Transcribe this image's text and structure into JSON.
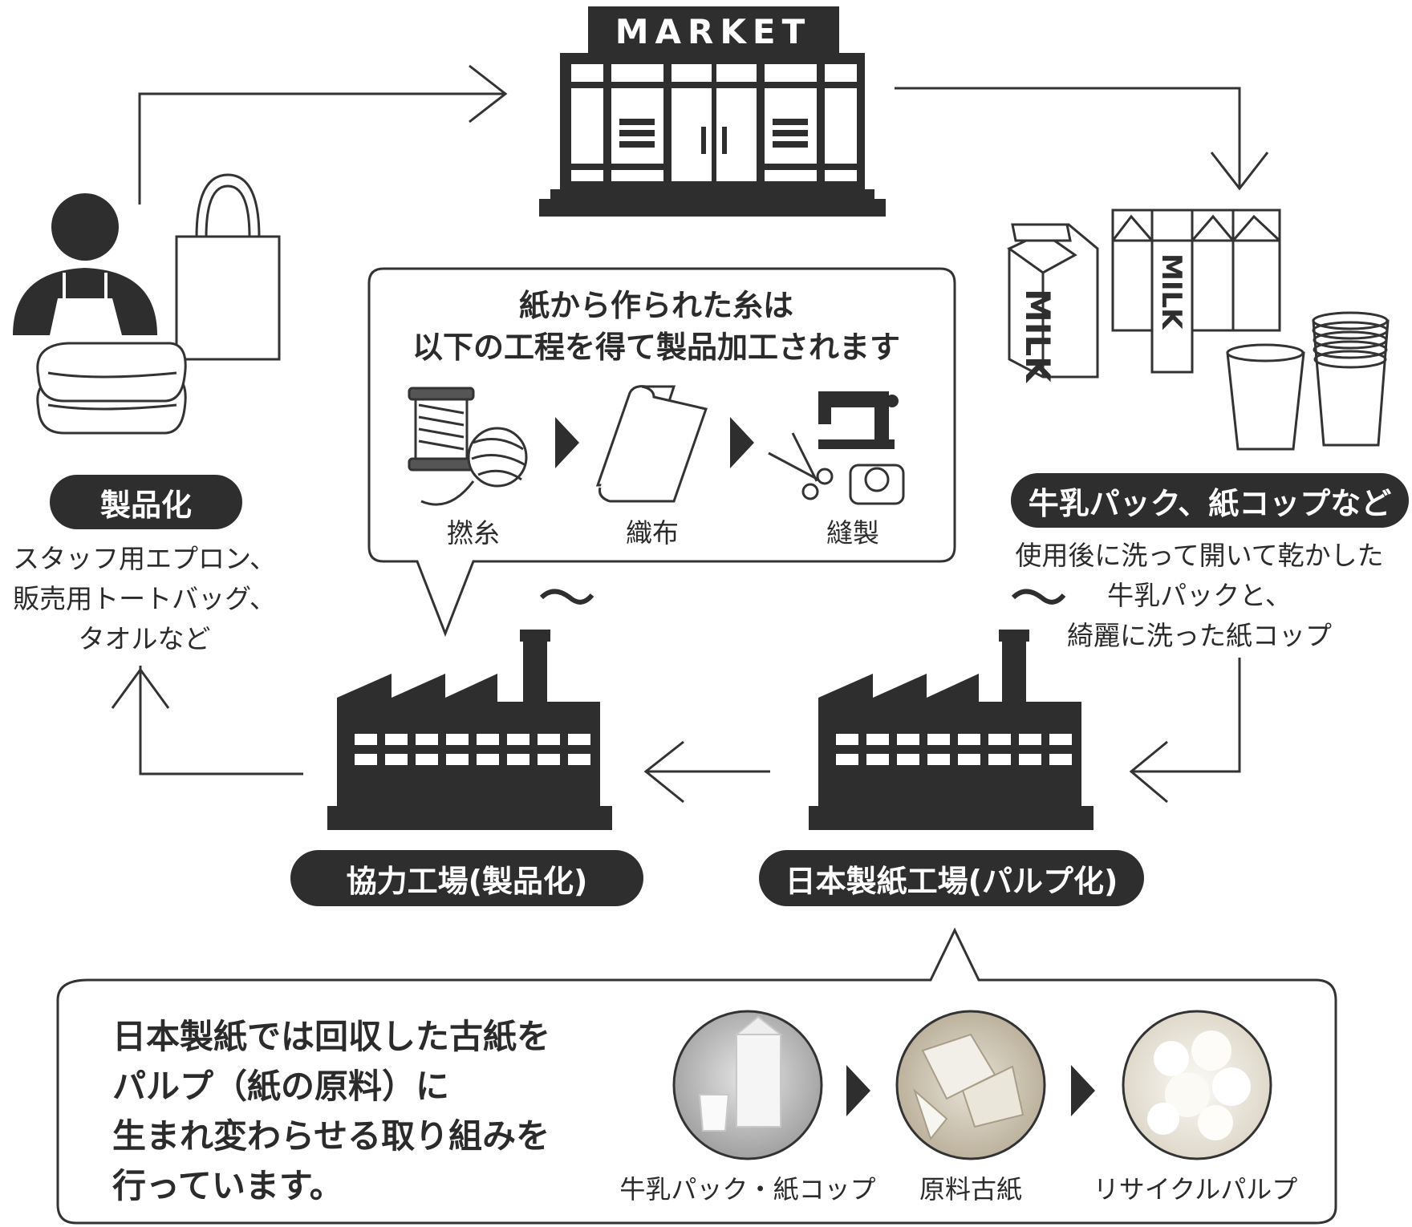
{
  "market": {
    "sign": "MARKET"
  },
  "left": {
    "label": "製品化",
    "desc": [
      "スタッフ用エプロン、",
      "販売用トートバッグ、",
      "タオルなど"
    ]
  },
  "right": {
    "label": "牛乳パック、紙コップなど",
    "desc": [
      "使用後に洗って開いて乾かした",
      "牛乳パックと、",
      "綺麗に洗った紙コップ"
    ],
    "carton_text": "MILK"
  },
  "bubble": {
    "title": [
      "紙から作られた糸は",
      "以下の工程を得て製品加工されます"
    ],
    "steps": [
      "撚糸",
      "織布",
      "縫製"
    ]
  },
  "factories": {
    "partner": "協力工場(製品化)",
    "nippon": "日本製紙工場(パルプ化)"
  },
  "bottom": {
    "intro": [
      "日本製紙では回収した古紙を",
      "パルプ（紙の原料）に",
      "生まれ変わらせる取り組みを",
      "行っています。"
    ],
    "photos": [
      "牛乳パック・紙コップ",
      "原料古紙",
      "リサイクルパルプ"
    ]
  },
  "colors": {
    "dark": "#2e2e2e",
    "line": "#333333"
  }
}
